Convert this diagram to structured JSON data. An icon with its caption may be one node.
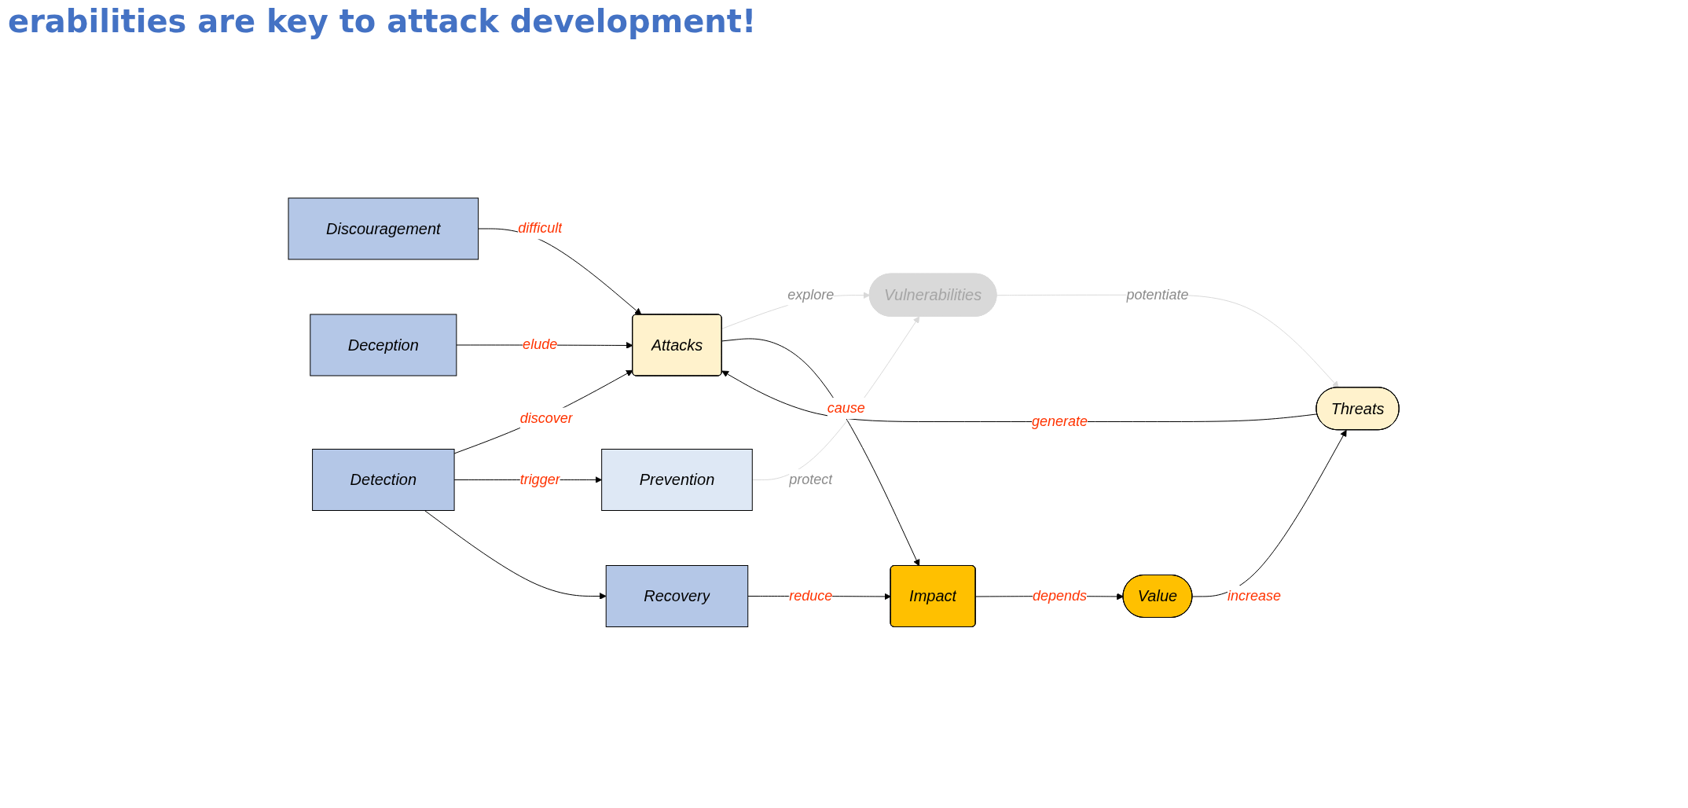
{
  "diagram": {
    "title": "erabilities are key to attack development!",
    "nodes": [
      {
        "text": [
          "Threats"
        ]
      },
      {
        "text": [
          "Discouragement"
        ]
      },
      {
        "text": [
          "Deception"
        ]
      },
      {
        "text": [
          "Attacks"
        ]
      },
      {
        "text": [
          "Detection"
        ]
      },
      {
        "text": [
          "Vulnerabilities"
        ]
      },
      {
        "text": [
          "Prevention"
        ]
      },
      {
        "text": [
          "Recovery"
        ]
      },
      {
        "text": [
          "Impact"
        ]
      },
      {
        "text": [
          "Value"
        ]
      }
    ],
    "edges": [
      {
        "from": 1,
        "to": 3,
        "arrow": "to",
        "label": "difficult"
      },
      {
        "from": 2,
        "to": 3,
        "arrow": "to",
        "label": "elude"
      },
      {
        "from": 4,
        "to": 3,
        "arrow": "to",
        "label": "discover"
      },
      {
        "from": 0,
        "to": 3,
        "arrow": "to",
        "label": "generate"
      },
      {
        "from": 3,
        "to": 5,
        "arrow": "to",
        "label": "explore",
        "color": "#d9d9d9"
      },
      {
        "from": 5,
        "to": 0,
        "arrow": "to",
        "label": "potentiate",
        "color": "#d9d9d9"
      },
      {
        "from": 3,
        "to": 8,
        "arrow": "to",
        "label": "cause"
      },
      {
        "from": 4,
        "to": 6,
        "arrow": "to",
        "label": "trigger"
      },
      {
        "from": 4,
        "to": 7,
        "arrow": "to"
      },
      {
        "from": 6,
        "to": 5,
        "arrow": "to",
        "label": "protect",
        "color": "#d9d9d9"
      },
      {
        "from": 7,
        "to": 8,
        "arrow": "to",
        "label": "reduce"
      },
      {
        "from": 8,
        "to": 9,
        "arrow": "to",
        "label": "depends"
      },
      {
        "from": 9,
        "to": 0,
        "arrow": "to",
        "label": "increase"
      }
    ]
  }
}
